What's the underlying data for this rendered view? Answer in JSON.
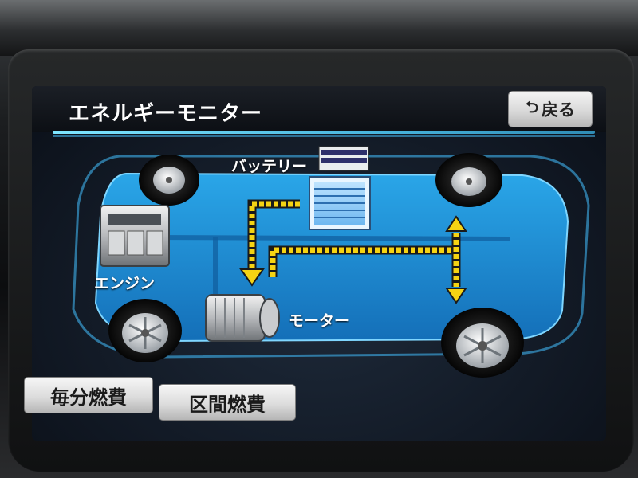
{
  "screen": {
    "title": "エネルギーモニター",
    "back_button": {
      "icon": "return-arrow-icon",
      "label": "戻る"
    }
  },
  "diagram": {
    "components": {
      "battery": "バッテリー",
      "engine": "エンジン",
      "motor": "モーター"
    },
    "colors": {
      "car_body": "#1f8fd6",
      "flow_arrow": "#f5d313",
      "accent_line": "#5fd3f5"
    }
  },
  "bottom_buttons": [
    {
      "label": "毎分燃費"
    },
    {
      "label": "区間燃費"
    }
  ]
}
